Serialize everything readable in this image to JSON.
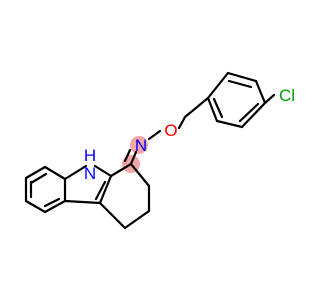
{
  "molecule": {
    "atoms": {
      "indole_nh": {
        "symbol": "H",
        "suffix": "N"
      },
      "oxime_n": {
        "symbol": "N"
      },
      "oxime_o": {
        "symbol": "O"
      },
      "chlorine": {
        "symbol": "Cl"
      }
    },
    "colors": {
      "nitrogen": "#0000ff",
      "oxygen": "#ff0000",
      "chlorine": "#00a000",
      "bond": "#000000",
      "highlight": "#f4a6a6"
    }
  }
}
